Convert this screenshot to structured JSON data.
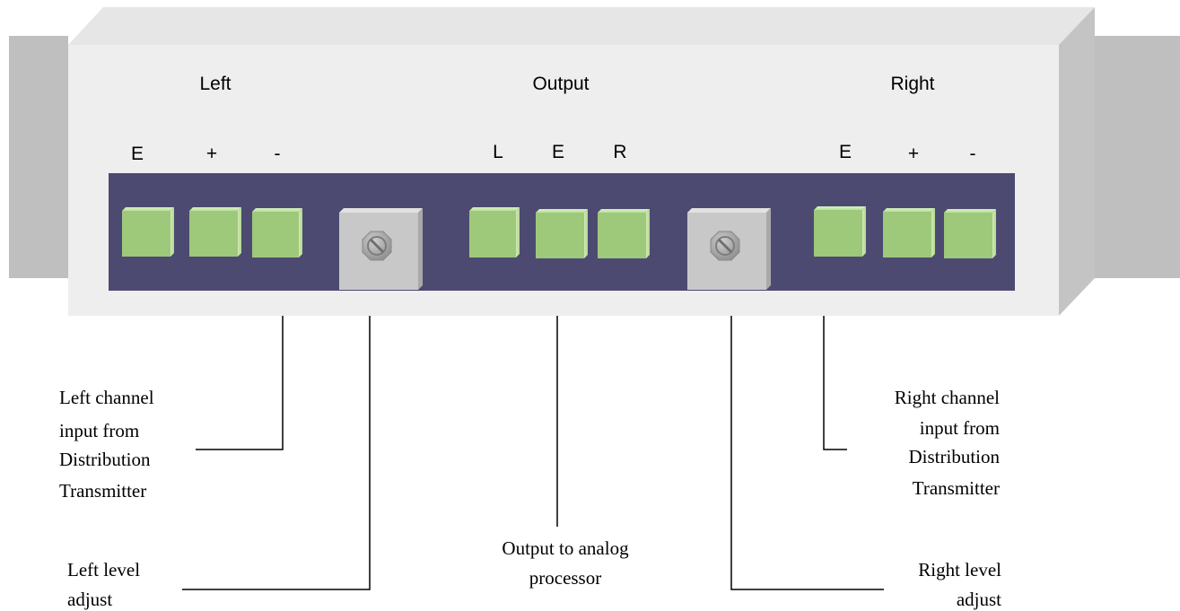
{
  "device": {
    "group_labels": {
      "left": "Left",
      "output": "Output",
      "right": "Right"
    },
    "terminal_labels": {
      "left": [
        "E",
        "+",
        "-"
      ],
      "output": [
        "L",
        "E",
        "R"
      ],
      "right": [
        "E",
        "+",
        "-"
      ]
    },
    "colors": {
      "front_face": "#eeeeee",
      "top_face": "#e6e6e6",
      "side_face": "#c4c4c4",
      "rack_ear": "#bfbfbf",
      "panel": "#4d4a72",
      "terminal": "#9ec87a",
      "knob_plate": "#c8c8c8"
    }
  },
  "callouts": {
    "left_input": [
      "Left channel",
      "input from",
      "Distribution",
      "Transmitter"
    ],
    "left_level": [
      "Left level",
      "adjust"
    ],
    "output": [
      "Output to analog",
      "processor"
    ],
    "right_level": [
      "Right level",
      "adjust"
    ],
    "right_input": [
      "Right channel",
      "input from",
      "Distribution",
      "Transmitter"
    ]
  }
}
